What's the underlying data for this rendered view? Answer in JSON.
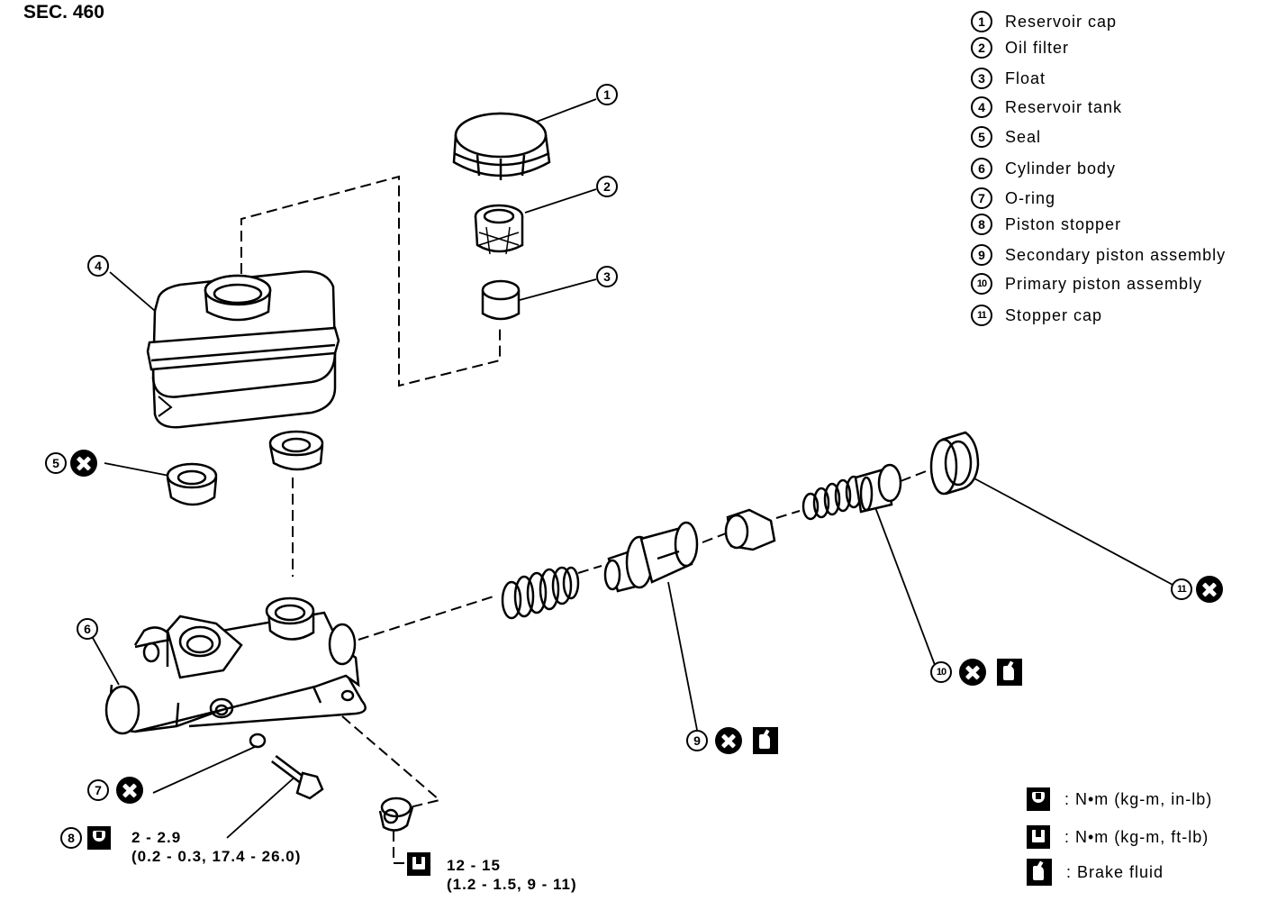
{
  "section": "SEC. 460",
  "legend": [
    {
      "num": "1",
      "label": "Reservoir cap"
    },
    {
      "num": "2",
      "label": "Oil filter"
    },
    {
      "num": "3",
      "label": "Float"
    },
    {
      "num": "4",
      "label": "Reservoir tank"
    },
    {
      "num": "5",
      "label": "Seal"
    },
    {
      "num": "6",
      "label": "Cylinder body"
    },
    {
      "num": "7",
      "label": "O-ring"
    },
    {
      "num": "8",
      "label": "Piston stopper"
    },
    {
      "num": "9",
      "label": "Secondary piston assembly"
    },
    {
      "num": "10",
      "label": "Primary piston assembly"
    },
    {
      "num": "11",
      "label": "Stopper cap"
    }
  ],
  "callouts": {
    "c1": "1",
    "c2": "2",
    "c3": "3",
    "c4": "4",
    "c5": "5",
    "c6": "6",
    "c7": "7",
    "c8": "8",
    "c9": "9",
    "c10": "10",
    "c11": "11"
  },
  "torque_piston_stopper": {
    "value": "2 - 2.9",
    "units": "(0.2 - 0.3, 17.4 - 26.0)"
  },
  "torque_tube_nut": {
    "value": "12 - 15",
    "units": "(1.2 - 1.5, 9 - 11)"
  },
  "key": [
    {
      "icon": "torque-in-lb-icon",
      "text": ":  N•m  (kg-m,  in-lb)"
    },
    {
      "icon": "torque-ft-lb-icon",
      "text": ":  N•m  (kg-m,  ft-lb)"
    },
    {
      "icon": "brake-fluid-icon",
      "text": ":  Brake fluid"
    }
  ]
}
